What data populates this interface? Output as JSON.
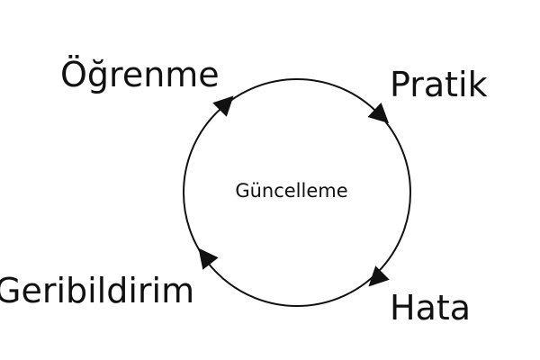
{
  "diagram": {
    "center": "Güncelleme",
    "stages": {
      "learn": "Öğrenme",
      "practice": "Pratik",
      "error": "Hata",
      "feedback": "Geribildirim"
    },
    "colors": {
      "stroke": "#111111",
      "background": "#ffffff"
    }
  }
}
